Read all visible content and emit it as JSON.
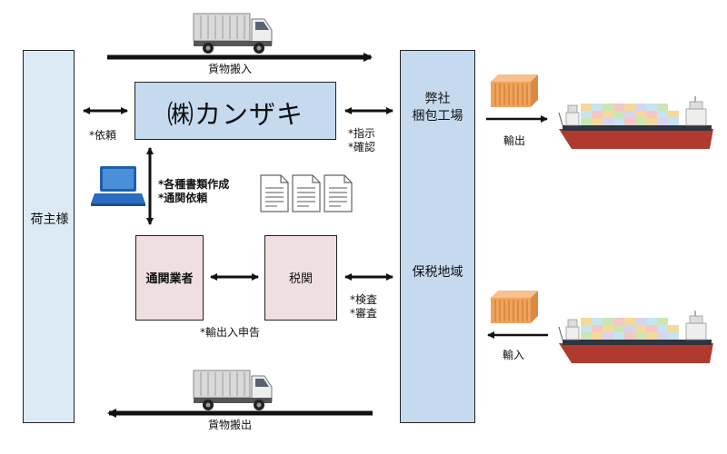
{
  "shipper": {
    "label": "荷主様"
  },
  "company": {
    "name": "㈱カンザキ"
  },
  "factory": {
    "title_line1": "弊社",
    "title_line2": "梱包工場",
    "bonded_area": "保税地域"
  },
  "broker": {
    "label": "通関業者"
  },
  "customs": {
    "label": "税関"
  },
  "labels": {
    "cargo_in": "貨物搬入",
    "cargo_out": "貨物搬出",
    "request": "依頼",
    "instruction": "指示",
    "confirmation": "確認",
    "documents": "各種書類作成",
    "customs_request": "通関依頼",
    "declaration": "輸出入申告",
    "inspection": "検査",
    "examination": "審査",
    "export": "輸出",
    "import": "輸入"
  },
  "colors": {
    "shipper_fill": "#dbeaf5",
    "factory_fill": "#c5d9ef",
    "company_fill": "#c5d9ef",
    "agency_fill": "#f0dfe0",
    "container": "#f0a35a",
    "ship_hull": "#b03a2e"
  },
  "icons": [
    "truck-icon",
    "laptop-icon",
    "document-icon",
    "hammer-icon",
    "crane-icon",
    "container-icon",
    "cargo-ship-icon"
  ]
}
